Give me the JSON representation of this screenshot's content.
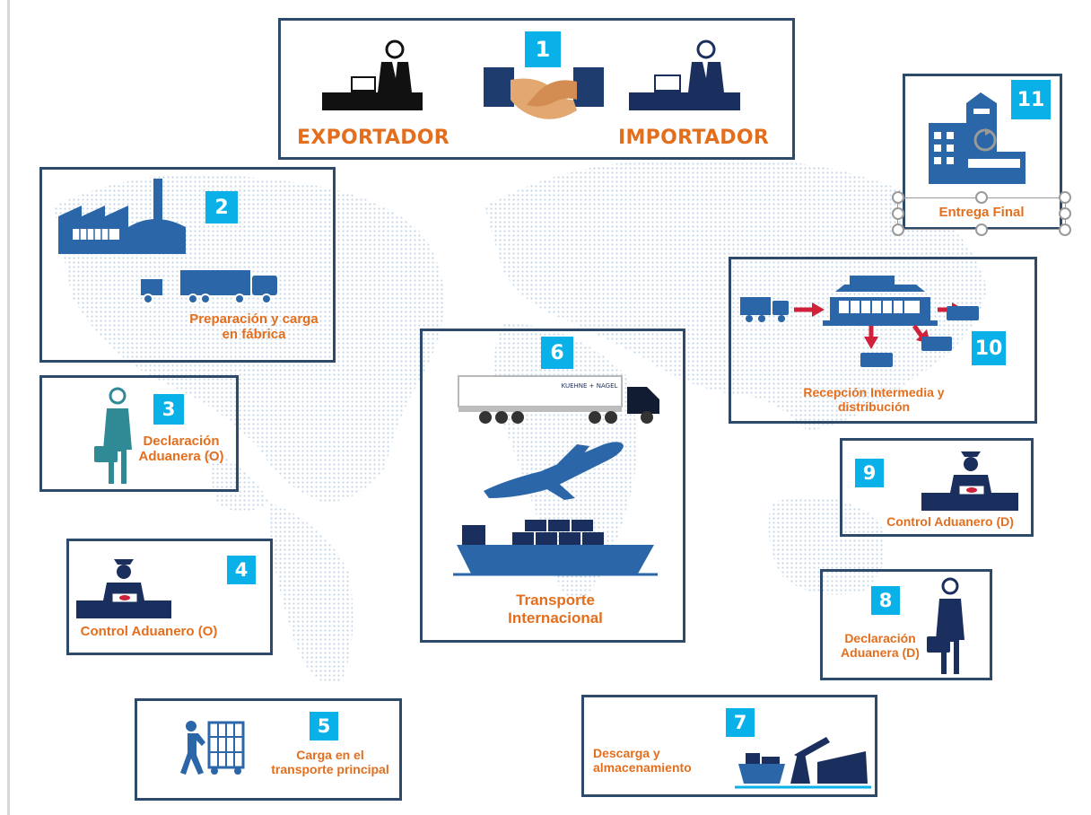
{
  "colors": {
    "accent": "#0ab0e8",
    "label": "#e36f1e",
    "navy": "#1b2f5e",
    "blue": "#2a66a8",
    "frame": "#2e4a6b",
    "red": "#d0203a"
  },
  "steps": [
    {
      "number": "1",
      "labels": [
        "EXPORTADOR",
        "IMPORTADOR"
      ],
      "icons": [
        "businessman-phone-icon",
        "handshake-icon",
        "businessman-phone-icon"
      ]
    },
    {
      "number": "2",
      "label_lines": [
        "Preparación y carga",
        "en fábrica"
      ],
      "icons": [
        "factory-icon",
        "forklift-icon",
        "truck-icon"
      ]
    },
    {
      "number": "3",
      "label_lines": [
        "Declaración",
        "Aduanera (O)"
      ],
      "icons": [
        "official-briefcase-icon"
      ]
    },
    {
      "number": "4",
      "label_lines": [
        "Control Aduanero (O)"
      ],
      "icons": [
        "customs-officer-icon"
      ]
    },
    {
      "number": "5",
      "label_lines": [
        "Carga en el",
        "transporte principal"
      ],
      "icons": [
        "worker-cart-icon"
      ]
    },
    {
      "number": "6",
      "label_lines": [
        "Transporte",
        "Internacional"
      ],
      "icons": [
        "trailer-truck-icon",
        "airplane-icon",
        "container-ship-icon"
      ],
      "truck_text": "KUEHNE + NAGEL"
    },
    {
      "number": "7",
      "label_lines": [
        "Descarga y",
        "almacenamiento"
      ],
      "icons": [
        "port-crane-ship-icon"
      ]
    },
    {
      "number": "8",
      "label_lines": [
        "Declaración",
        "Aduanera (D)"
      ],
      "icons": [
        "official-briefcase-icon"
      ]
    },
    {
      "number": "9",
      "label_lines": [
        "Control Aduanero (D)"
      ],
      "icons": [
        "customs-officer-icon"
      ]
    },
    {
      "number": "10",
      "label_lines": [
        "Recepción Intermedia y",
        "distribución"
      ],
      "icons": [
        "distribution-center-icon",
        "truck-icon",
        "van-icon"
      ]
    },
    {
      "number": "11",
      "label_lines": [
        "Entrega Final"
      ],
      "icons": [
        "building-icon",
        "rotate-handle-icon"
      ]
    }
  ]
}
